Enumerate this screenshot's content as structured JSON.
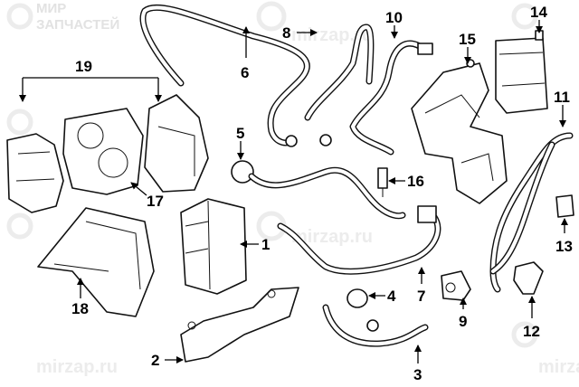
{
  "diagram": {
    "title": "",
    "watermark": {
      "brand_line1": "МИР",
      "brand_line2": "ЗАПЧАСТЕЙ",
      "site": "mirzap.ru"
    },
    "callouts": [
      {
        "id": "c1",
        "label": "1"
      },
      {
        "id": "c2",
        "label": "2"
      },
      {
        "id": "c3",
        "label": "3"
      },
      {
        "id": "c4",
        "label": "4"
      },
      {
        "id": "c5",
        "label": "5"
      },
      {
        "id": "c6",
        "label": "6"
      },
      {
        "id": "c7",
        "label": "7"
      },
      {
        "id": "c8",
        "label": "8"
      },
      {
        "id": "c9",
        "label": "9"
      },
      {
        "id": "c10",
        "label": "10"
      },
      {
        "id": "c11",
        "label": "11"
      },
      {
        "id": "c12",
        "label": "12"
      },
      {
        "id": "c13",
        "label": "13"
      },
      {
        "id": "c14",
        "label": "14"
      },
      {
        "id": "c15",
        "label": "15"
      },
      {
        "id": "c16",
        "label": "16"
      },
      {
        "id": "c17",
        "label": "17"
      },
      {
        "id": "c18",
        "label": "18"
      },
      {
        "id": "c19",
        "label": "19"
      }
    ]
  }
}
